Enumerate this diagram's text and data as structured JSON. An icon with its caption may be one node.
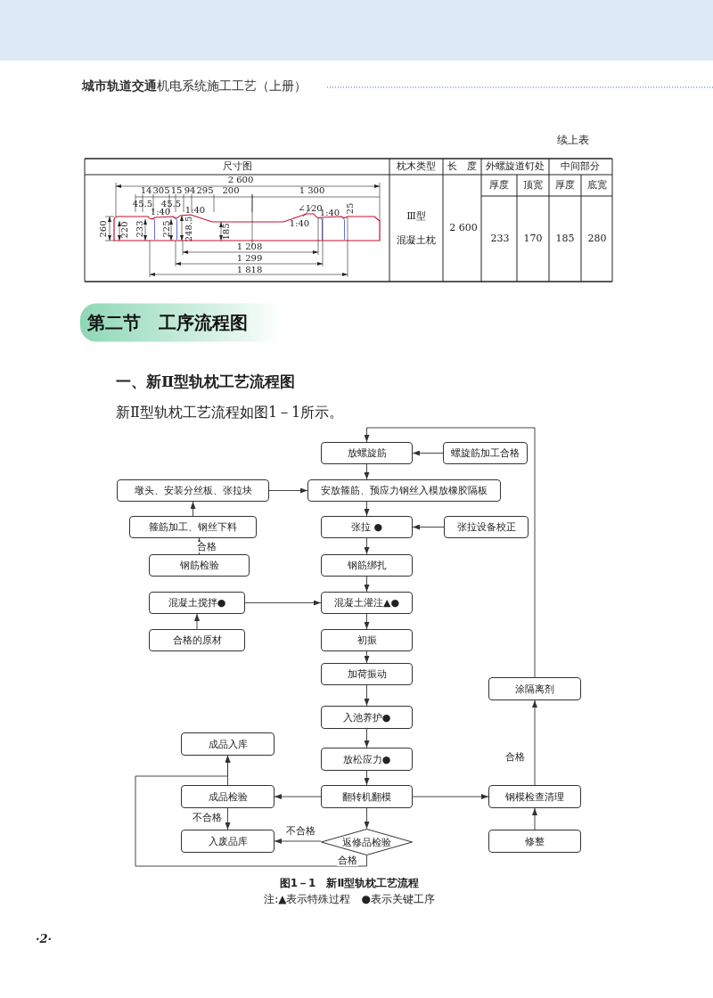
{
  "diagram": {
    "caption": "图1－1　新Ⅱ型轨枕工艺流程",
    "nodes": [
      {
        "text": [
          "放螺旋筋"
        ]
      },
      {
        "text": [
          "螺旋筋加工合格"
        ]
      },
      {
        "text": [
          "墩头、安装分丝板、张拉块"
        ]
      },
      {
        "text": [
          "安放箍筋、预应力钢丝入模放橡胶隔板"
        ]
      },
      {
        "text": [
          "箍筋加工、钢丝下料"
        ]
      },
      {
        "text": [
          "张拉 ●"
        ]
      },
      {
        "text": [
          "张拉设备校正"
        ]
      },
      {
        "text": [
          "钢筋检验"
        ]
      },
      {
        "text": [
          "钢筋绑扎"
        ]
      },
      {
        "text": [
          "混凝土搅拌●"
        ]
      },
      {
        "text": [
          "混凝土灌注▲●"
        ]
      },
      {
        "text": [
          "合格的原材"
        ]
      },
      {
        "text": [
          "初振"
        ]
      },
      {
        "text": [
          "加荷振动"
        ]
      },
      {
        "text": [
          "涂隔离剂"
        ]
      },
      {
        "text": [
          "入池养护●"
        ]
      },
      {
        "text": [
          "成品入库"
        ]
      },
      {
        "text": [
          "放松应力●"
        ]
      },
      {
        "text": [
          "成品检验"
        ]
      },
      {
        "text": [
          "翻转机翻模"
        ]
      },
      {
        "text": [
          "钢模检查清理"
        ]
      },
      {
        "text": [
          "入废品库"
        ]
      },
      {
        "text": [
          "返修品检验"
        ]
      },
      {
        "text": [
          "修整"
        ]
      }
    ],
    "edges": [
      {
        "from": 1,
        "to": 0,
        "arrow": "to"
      },
      {
        "from": 0,
        "to": 3,
        "arrow": "to"
      },
      {
        "from": 2,
        "to": 3,
        "arrow": "to"
      },
      {
        "from": 3,
        "to": 5,
        "arrow": "to"
      },
      {
        "from": 6,
        "to": 5,
        "arrow": "to"
      },
      {
        "from": 4,
        "to": 2,
        "arrow": "to"
      },
      {
        "from": 7,
        "to": 4,
        "arrow": "to",
        "label": "合格"
      },
      {
        "from": 5,
        "to": 8,
        "arrow": "to"
      },
      {
        "from": 8,
        "to": 10,
        "arrow": "to"
      },
      {
        "from": 9,
        "to": 10,
        "arrow": "to"
      },
      {
        "from": 11,
        "to": 9,
        "arrow": "to"
      },
      {
        "from": 10,
        "to": 12,
        "arrow": "to"
      },
      {
        "from": 12,
        "to": 13,
        "arrow": "to"
      },
      {
        "from": 13,
        "to": 15,
        "arrow": "to"
      },
      {
        "from": 15,
        "to": 17,
        "arrow": "to"
      },
      {
        "from": 17,
        "to": 19,
        "arrow": "to"
      },
      {
        "from": 19,
        "to": 18,
        "arrow": "to"
      },
      {
        "from": 19,
        "to": 20,
        "arrow": "to"
      },
      {
        "from": 19,
        "to": 22,
        "arrow": "to"
      },
      {
        "from": 18,
        "to": 16,
        "arrow": "to"
      },
      {
        "from": 18,
        "to": 21,
        "arrow": "to",
        "label": "不合格"
      },
      {
        "from": 22,
        "to": 21,
        "arrow": "to",
        "label": "不合格"
      },
      {
        "from": 22,
        "to": 16,
        "arrow": "to",
        "label": "合格"
      },
      {
        "from": 20,
        "to": 14,
        "arrow": "to",
        "label": "合格"
      },
      {
        "from": 23,
        "to": 20,
        "arrow": "to"
      },
      {
        "from": 14,
        "to": 0,
        "arrow": "to"
      }
    ],
    "labels": [
      "**城市轨道交通**机电系统施工工艺（上册）",
      "续上表",
      "尺寸图",
      "枕木类型",
      "长　度",
      "外螺旋道钉处",
      "中间部分",
      "厚度",
      "顶宽",
      "厚度",
      "底宽",
      "Ⅲ型",
      "混凝土枕",
      "2 600",
      "233",
      "170",
      "185",
      "280",
      "2 600",
      "14",
      "305",
      "15",
      "94",
      "295",
      "200",
      "1 300",
      "45.5",
      "45.5",
      "1:40",
      "1:40",
      "∠120",
      "1:40",
      "25",
      "260",
      "220",
      "233",
      "225",
      "248.5",
      "185",
      "1:40",
      "1 208",
      "1 299",
      "1 818",
      "第二节　工序流程图",
      "一、新Ⅱ型轨枕工艺流程图",
      "新Ⅱ型轨枕工艺流程如图1－1所示。",
      "注:▲表示特殊过程　●表示关键工序",
      "·2·"
    ]
  }
}
